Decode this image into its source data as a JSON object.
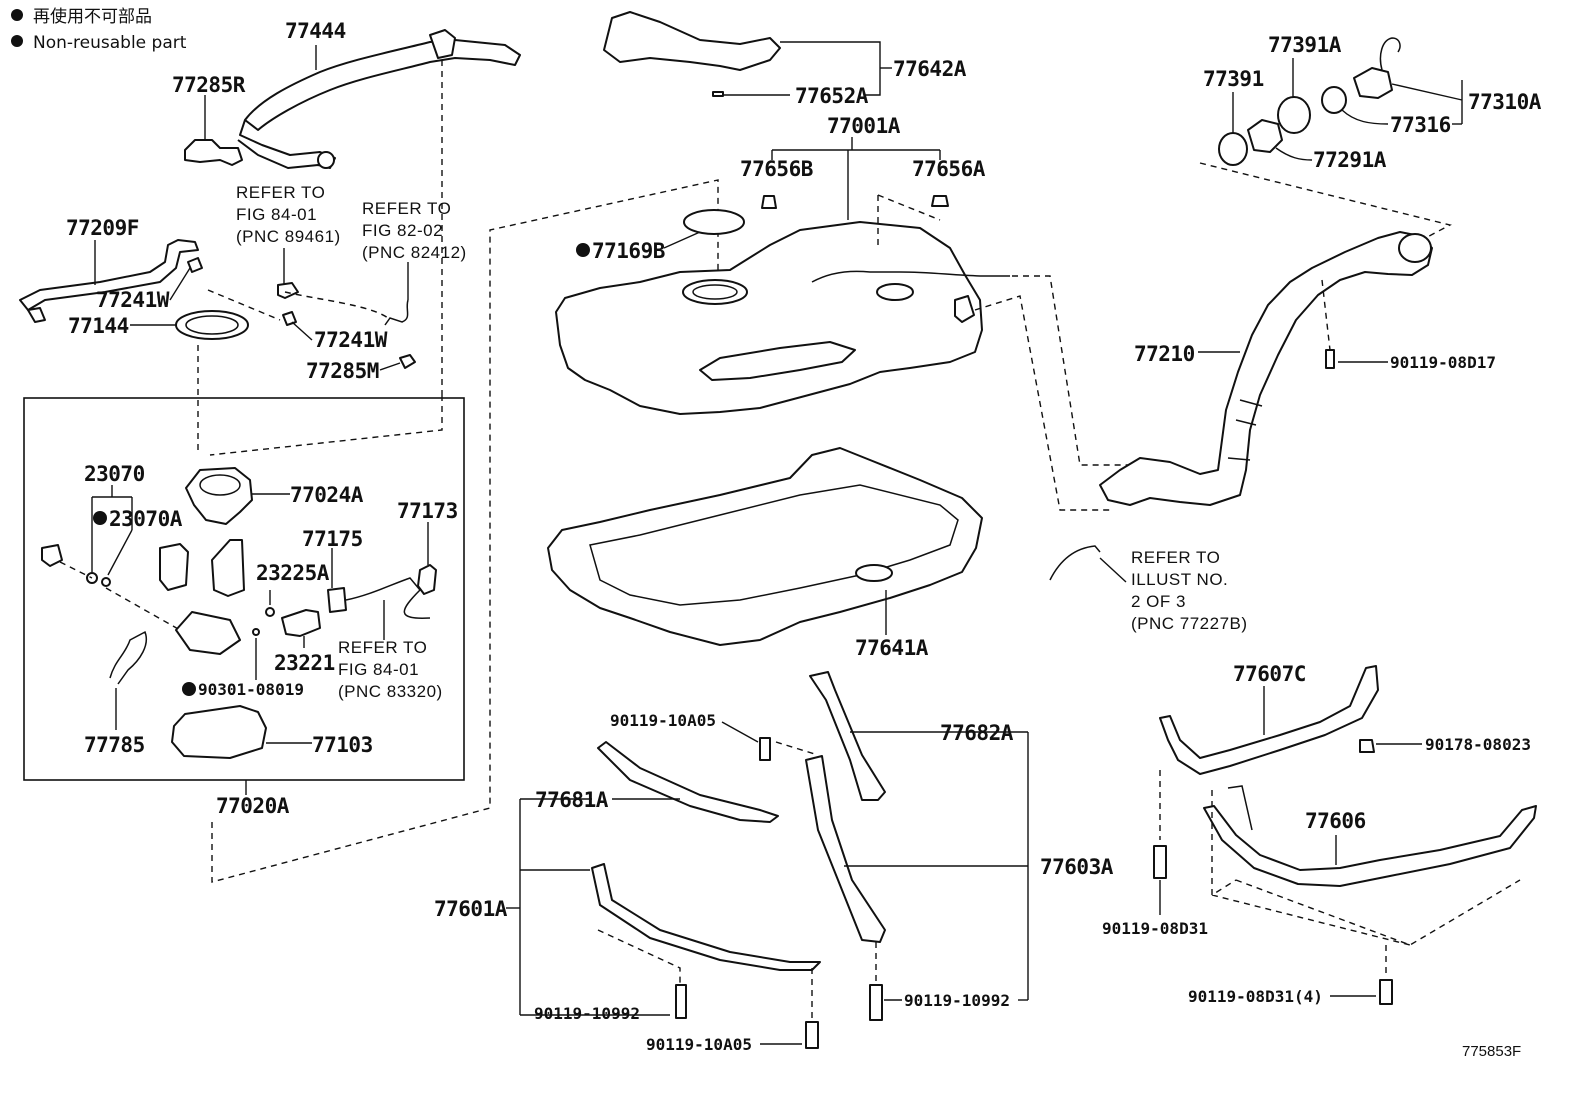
{
  "legend": {
    "marker": "●",
    "line1": "再使用不可部品",
    "line2": "Non-reusable part"
  },
  "diagram_id": "775853F",
  "labels": {
    "p77444": "77444",
    "p77285R": "77285R",
    "p77209F": "77209F",
    "p77241W_a": "77241W",
    "p77144": "77144",
    "p77241W_b": "77241W",
    "p77285M": "77285M",
    "p23070": "23070",
    "p23070A": "23070A",
    "p77024A": "77024A",
    "p77173": "77173",
    "p77175": "77175",
    "p23225A": "23225A",
    "p23221": "23221",
    "p90301": "90301-08019",
    "p77785": "77785",
    "p77103": "77103",
    "p77020A": "77020A",
    "p77642A": "77642A",
    "p77652A": "77652A",
    "p77001A": "77001A",
    "p77656B": "77656B",
    "p77656A": "77656A",
    "p77169B": "77169B",
    "p77641A": "77641A",
    "p77391A": "77391A",
    "p77391": "77391",
    "p77310A": "77310A",
    "p77316": "77316",
    "p77291A": "77291A",
    "p77210": "77210",
    "p90119_08D17": "90119-08D17",
    "p90119_10A05_top": "90119-10A05",
    "p77682A": "77682A",
    "p77681A": "77681A",
    "p77603A": "77603A",
    "p77601A": "77601A",
    "p90119_10992_left": "90119-10992",
    "p90119_10992_right": "90119-10992",
    "p90119_10A05_bottom": "90119-10A05",
    "p77607C": "77607C",
    "p90178_08023": "90178-08023",
    "p77606": "77606",
    "p90119_08D31": "90119-08D31",
    "p90119_08D31_4": "90119-08D31(4)"
  },
  "refers": {
    "r1": [
      "REFER TO",
      "FIG 84-01",
      "(PNC 89461)"
    ],
    "r2": [
      "REFER TO",
      "FIG 82-02",
      "(PNC 82412)"
    ],
    "r3": [
      "REFER TO",
      "FIG 84-01",
      "(PNC 83320)"
    ],
    "r4": [
      "REFER TO",
      "ILLUST NO.",
      "2 OF 3",
      "(PNC 77227B)"
    ]
  }
}
